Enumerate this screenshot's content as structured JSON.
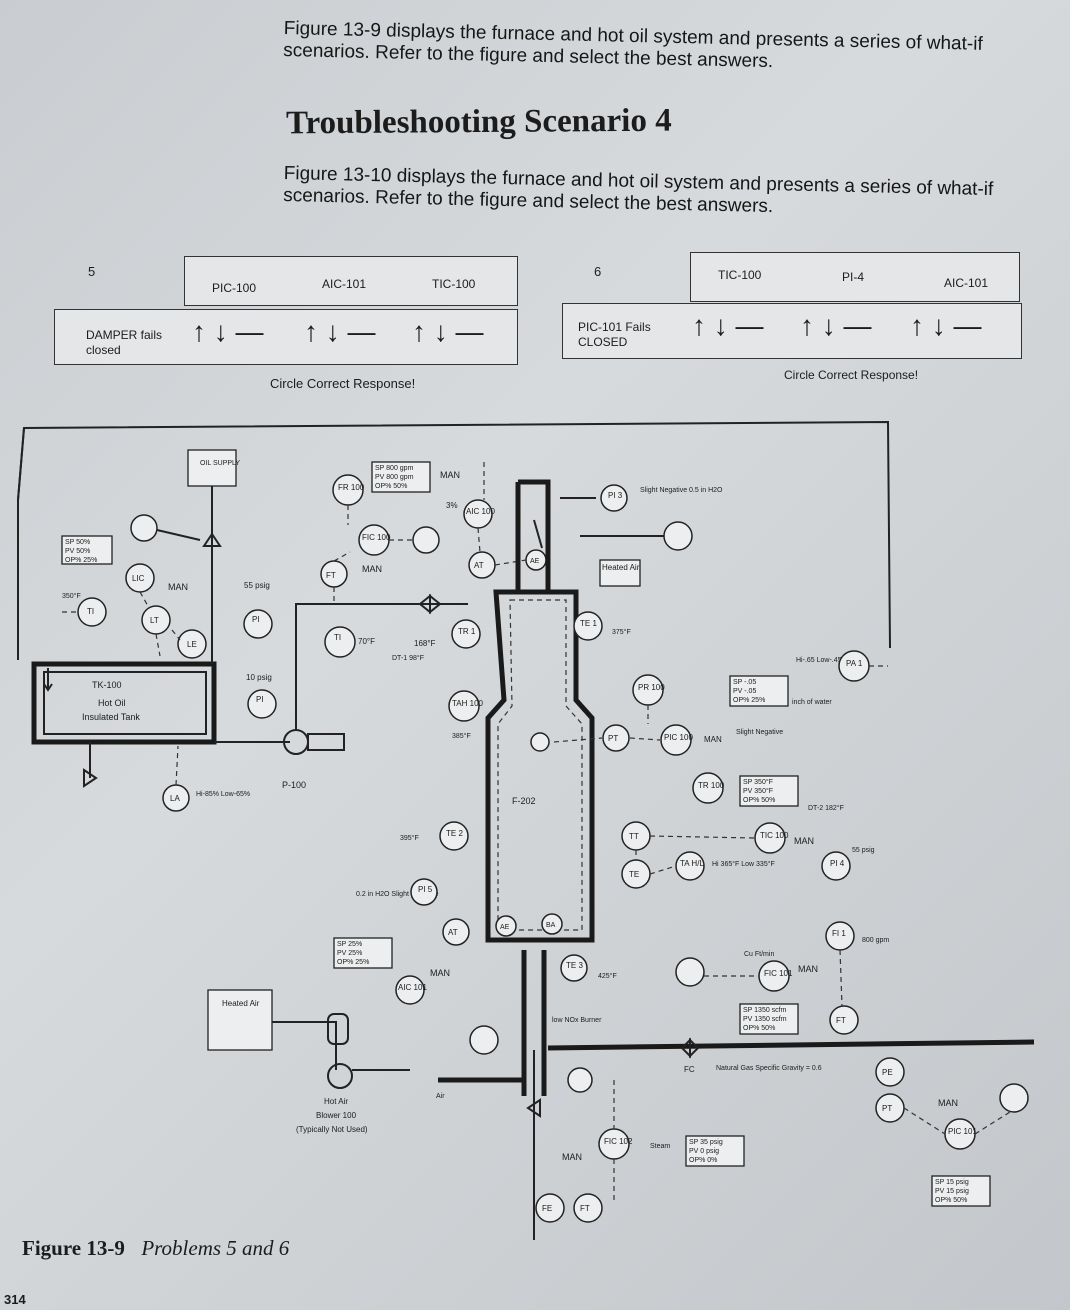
{
  "intro": {
    "para1": "Figure 13-9 displays the furnace and hot oil system and presents a series of what-if scenarios. Refer to the figure and select the best answers.",
    "heading": "Troubleshooting Scenario 4",
    "para2": "Figure 13-10 displays the furnace and hot oil system and presents a series of what-if scenarios. Refer to the figure and select the best answers."
  },
  "scenario5": {
    "number": "5",
    "columns": [
      "PIC-100",
      "AIC-101",
      "TIC-100"
    ],
    "condition": "DAMPER fails closed",
    "arrows": "↑ ↓ —",
    "instruction": "Circle Correct Response!"
  },
  "scenario6": {
    "number": "6",
    "columns": [
      "TIC-100",
      "PI-4",
      "AIC-101"
    ],
    "condition": "PIC-101 Fails CLOSED",
    "arrows": "↑ ↓ —",
    "instruction": "Circle Correct Response!"
  },
  "diagram": {
    "oil_supply": "OIL SUPPLY",
    "tank": [
      "TK-100",
      "Hot Oil",
      "Insulated Tank"
    ],
    "lic_faceplate": [
      "SP 50%",
      "PV 50%",
      "OP% 25%"
    ],
    "lic": "LIC",
    "man1": "MAN",
    "ti1": "TI",
    "lt": "LT",
    "le": "LE",
    "temp350": "350°F",
    "press55": "55 psig",
    "press10": "10 psig",
    "pi2": "PI",
    "pi1": "PI",
    "ti2": "TI",
    "temp70": "70°F",
    "pump": "P-100",
    "la": "LA",
    "la_limits": "Hi-85% Low-65%",
    "fr": "FR 100",
    "fic100": "FIC 100",
    "ft": "FT",
    "man_fic": "MAN",
    "fic_faceplate": [
      "SP 800 gpm",
      "PV 800 gpm",
      "OP% 50%"
    ],
    "man_top": "MAN",
    "o2": "3%",
    "aic100": "AIC 100",
    "at_top": "AT",
    "ae_top": "AE",
    "pi3": "PI 3",
    "draft": "Slight Negative 0.5 in H2O",
    "heated_air_top": "Heated Air",
    "tr1": "TR 1",
    "temp168": "168°F",
    "dt1": "DT-1 98°F",
    "te1": "TE 1",
    "temp375": "375°F",
    "tah": "TAH 100",
    "temp385": "385°F",
    "pr": "PR 100",
    "pt_mid": "PT",
    "pic100": "PIC 100",
    "man_pic": "MAN",
    "pic_faceplate": [
      "SP -.05",
      "PV -.05",
      "OP% 25%"
    ],
    "pic_note": "Slight Negative",
    "inch_water": "inch of water",
    "pa": "PA 1",
    "pa_limits": "Hi-.65 Low-.45",
    "furnace": "F-202",
    "tr100": "TR 100",
    "tic_faceplate": [
      "SP 350°F",
      "PV 350°F",
      "OP% 50%"
    ],
    "dt2": "DT-2 182°F",
    "tt": "TT",
    "te_right": "TE",
    "tic100": "TIC 100",
    "man_tic": "MAN",
    "tah_l": "TA H/L",
    "ta_limits": "Hi 365°F Low 335°F",
    "pi4": "PI 4",
    "press55b": "55 psig",
    "temp395": "395°F",
    "te2": "TE 2",
    "draft2": "0.2 in H2O Slight Negative",
    "pi5": "PI 5",
    "at_bot": "AT",
    "ae_bot": "AE",
    "ba": "BA",
    "aic_faceplate": [
      "SP 25%",
      "PV 25%",
      "OP% 25%"
    ],
    "man_aic": "MAN",
    "aic101": "AIC 101",
    "te3": "TE 3",
    "temp425": "425°F",
    "burner": "low NOx Burner",
    "heated_air_bot": "Heated Air",
    "blower": [
      "Hot Air",
      "Blower 100",
      "(Typically Not Used)"
    ],
    "air": "Air",
    "fi1": "FI 1",
    "flow800": "800 gpm",
    "cuftmin": "Cu Ft/min",
    "fic101": "FIC 101",
    "man_fic101": "MAN",
    "fic101_faceplate": [
      "SP 1350 scfm",
      "PV 1350 scfm",
      "OP% 50%"
    ],
    "ft_right": "FT",
    "fc": "FC",
    "natgas": "Natural Gas Specific Gravity = 0.6",
    "pe": "PE",
    "pt_right": "PT",
    "man_pic101": "MAN",
    "pic101": "PIC 101",
    "pic101_faceplate": [
      "SP 15 psig",
      "PV 15 psig",
      "OP% 50%"
    ],
    "fic102": "FIC 102",
    "man_fic102": "MAN",
    "steam": "Steam",
    "steam_faceplate": [
      "SP 35 psig",
      "PV 0 psig",
      "OP% 0%"
    ],
    "fe": "FE",
    "ft_bot": "FT"
  },
  "caption": {
    "label": "Figure 13-9",
    "text": "Problems 5 and 6",
    "page": "314"
  }
}
